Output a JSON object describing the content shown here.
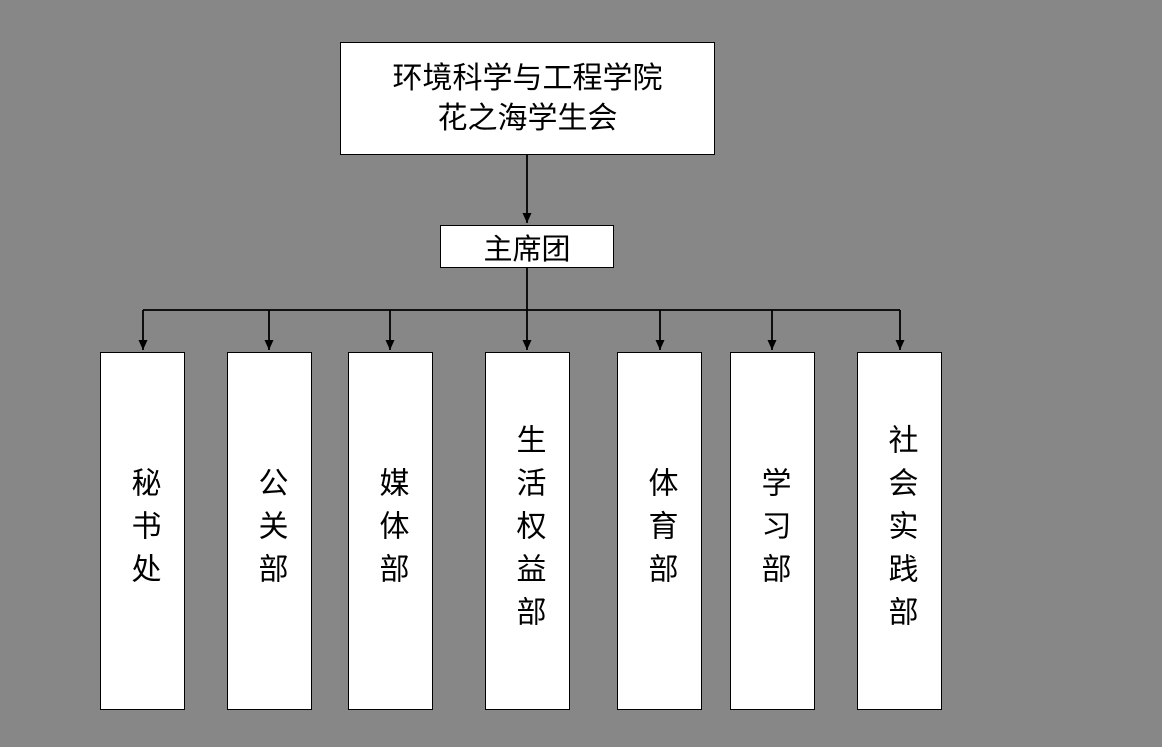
{
  "org": {
    "root_title_line1": "环境科学与工程学院",
    "root_title_line2": "花之海学生会",
    "presidium": "主席团",
    "departments": [
      "秘书处",
      "公关部",
      "媒体部",
      "生活权益部",
      "体育部",
      "学习部",
      "社会实践部"
    ]
  },
  "colors": {
    "background": "#878787",
    "box_fill": "#ffffff",
    "box_border": "#000000",
    "line": "#000000",
    "text": "#000000"
  }
}
